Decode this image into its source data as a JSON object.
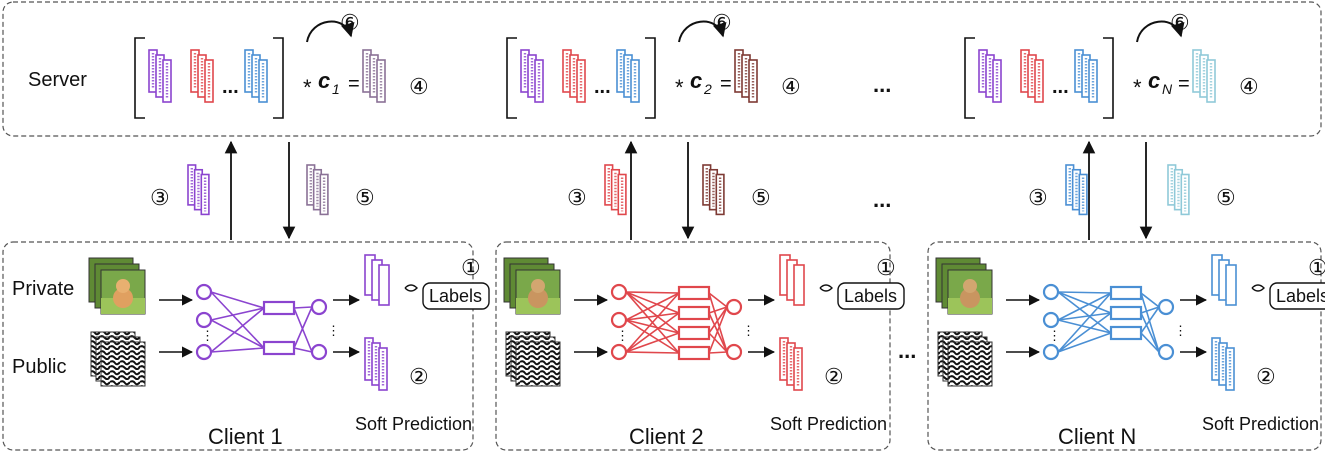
{
  "server": {
    "label": "Server",
    "groups": [
      {
        "coef": "c",
        "sub": "1"
      },
      {
        "coef": "c",
        "sub": "2"
      },
      {
        "coef": "c",
        "sub": "N"
      }
    ],
    "ellipsis": "..."
  },
  "clients": [
    {
      "name": "Client 1",
      "color": "#8b44cf",
      "aggregate_color": "#8a7196"
    },
    {
      "name": "Client 2",
      "color": "#e0474c",
      "aggregate_color": "#7e3a34"
    },
    {
      "name": "Client N",
      "color": "#4a8fd4",
      "aggregate_color": "#8fc9d8"
    }
  ],
  "labels": {
    "private": "Private",
    "public": "Public",
    "labels_box": "Labels",
    "soft_prediction": "Soft Prediction"
  },
  "steps": {
    "s1": "①",
    "s2": "②",
    "s3": "③",
    "s4": "④",
    "s5": "⑤",
    "s6": "⑥"
  },
  "symbols": {
    "star": "*",
    "equals": "=",
    "dots": "...",
    "vdots": "⋮",
    "between_clients": "..."
  },
  "colors": {
    "client1": "#8b44cf",
    "client2": "#e0474c",
    "clientN": "#4a8fd4",
    "agg1": "#8a7196",
    "agg2": "#7e3a34",
    "aggN": "#8fc9d8",
    "box_border": "#555555"
  }
}
